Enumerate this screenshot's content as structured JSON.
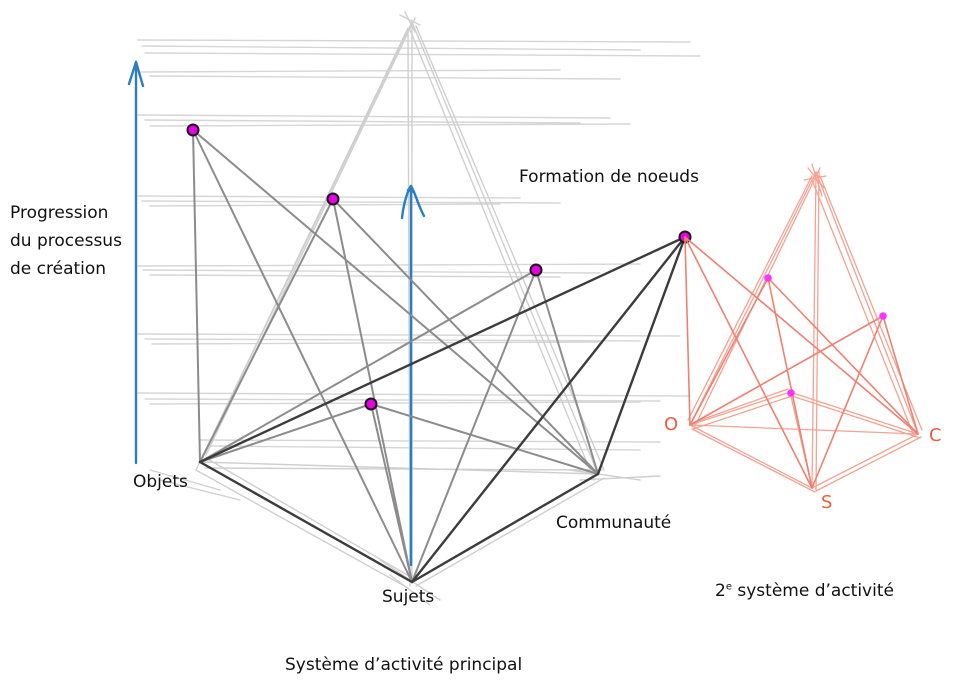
{
  "labels": {
    "progression_line1": "Progression",
    "progression_line2": "du processus",
    "progression_line3": "de création",
    "formation": "Formation de noeuds",
    "objets": "Objets",
    "sujets": "Sujets",
    "communaute": "Communauté",
    "second_system_num": "2",
    "second_system_sup": "e",
    "second_system_text": " système d’activité",
    "main_system": "Système d’activité principal",
    "o": "O",
    "c": "C",
    "s": "S"
  },
  "colors": {
    "sketch_gray": "#c8c8c8",
    "edge_gray": "#8c8c8c",
    "edge_dark": "#3c3c3c",
    "arrow_blue": "#2a7fc4",
    "node_magenta": "#e600e6",
    "second_system": "#f08070",
    "second_system_label": "#e8603c"
  }
}
